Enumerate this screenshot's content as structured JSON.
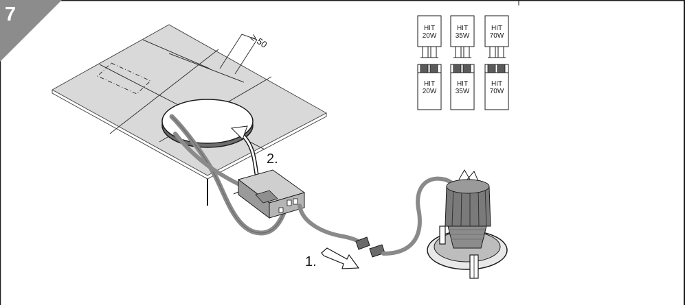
{
  "step": {
    "number": "7"
  },
  "dimension": {
    "label": "≥ 50"
  },
  "steps": {
    "one": "1.",
    "two": "2."
  },
  "lamp_table": {
    "columns": [
      {
        "top": [
          "HIT",
          "20W"
        ],
        "bottom": [
          "HIT",
          "20W"
        ]
      },
      {
        "top": [
          "HIT",
          "35W"
        ],
        "bottom": [
          "HIT",
          "35W"
        ]
      },
      {
        "top": [
          "HIT",
          "70W"
        ],
        "bottom": [
          "HIT",
          "70W"
        ]
      }
    ]
  },
  "colors": {
    "badge": "#8c8c8c",
    "ceiling": "#d9d9d9",
    "cable": "#8a8a8a",
    "driver": "#b5b5b5",
    "outline": "#1a1a1a"
  }
}
